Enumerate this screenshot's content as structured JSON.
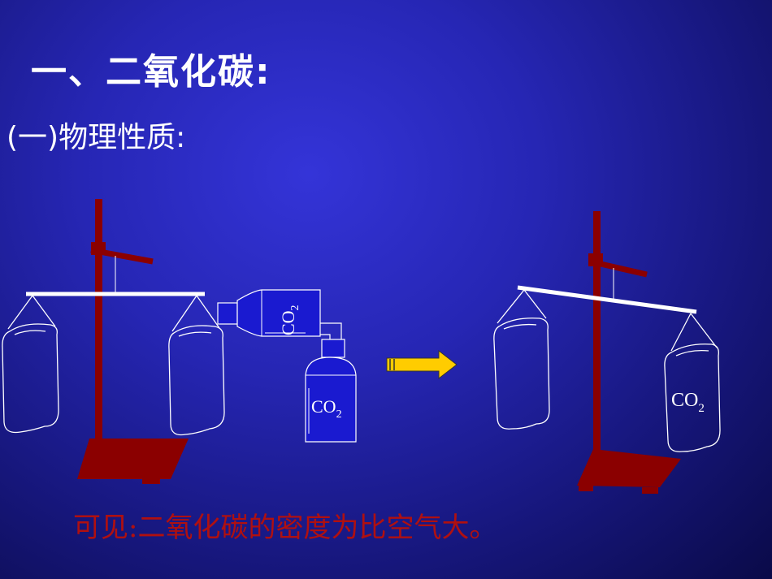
{
  "slide": {
    "title": "一、二氧化碳:",
    "subtitle": "(一)物理性质:",
    "conclusion": "可见:二氧化碳的密度为比空气大。"
  },
  "labels": {
    "co2_main": "CO",
    "co2_sub": "2"
  },
  "colors": {
    "stand": "#8b0000",
    "arrow": "#ffcc00",
    "bottle": "#1a1ad0",
    "beam": "#ffffff"
  }
}
